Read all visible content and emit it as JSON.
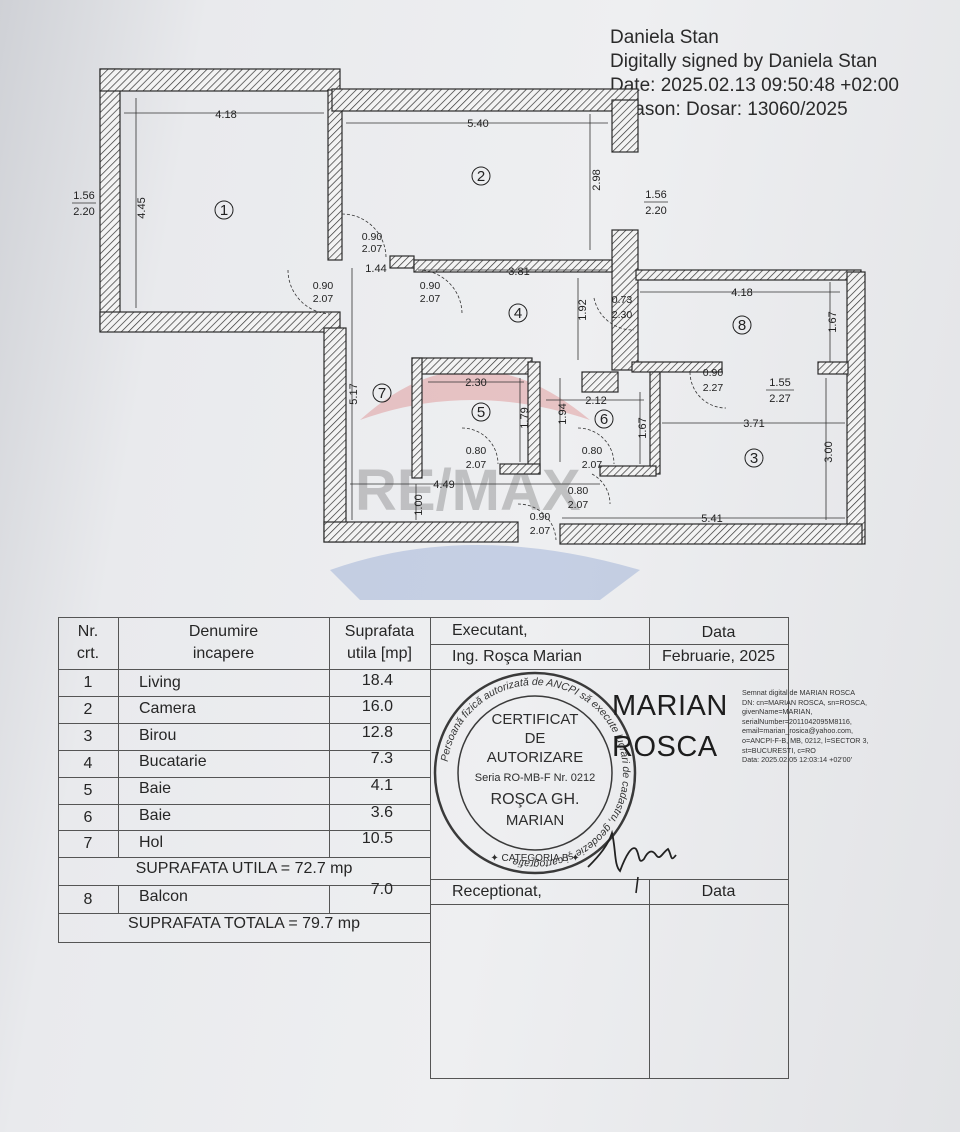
{
  "digital_signature": {
    "name": "Daniela Stan",
    "signed_by": "Digitally signed by Daniela Stan",
    "date": "Date: 2025.02.13 09:50:48 +02:00",
    "reason": "Reason: Dosar: 13060/2025"
  },
  "floor_plan": {
    "rooms": [
      "1",
      "2",
      "3",
      "4",
      "5",
      "6",
      "7",
      "8"
    ],
    "dimensions": {
      "r1_width": "4.18",
      "r1_height": "4.45",
      "r2_width": "5.40",
      "r2_height": "2.98",
      "win_left_top": "1.56",
      "win_left_bottom": "2.20",
      "win_right_top": "1.56",
      "win_right_bottom": "2.20",
      "hall_top": "1.44",
      "r4_width": "3.81",
      "r4_height": "1.92",
      "r8_width": "4.18",
      "r8_height": "1.67",
      "r5_width": "2.30",
      "r5_height": "1.79",
      "r6_width": "2.12",
      "r6_height": "1.67",
      "r6_height_b": "1.94",
      "r3_width": "3.71",
      "r3_height": "3.00",
      "hall_height": "5.17",
      "bottom_left": "4.49",
      "bottom_right": "5.41",
      "hall_small": "1.00",
      "balcony_door_top": "1.55",
      "balcony_door_bottom": "2.27"
    },
    "doors": {
      "d_r2_top": "0.90",
      "d_r2_bottom": "2.07",
      "d_r1_top": "0.90",
      "d_r1_bottom": "2.07",
      "d_r4_top": "0.90",
      "d_r4_bottom": "2.07",
      "d_r8_top": "0.73",
      "d_r8_bottom": "2.30",
      "d_r3_top": "0.90",
      "d_r3_bottom": "2.27",
      "d_r5_top": "0.80",
      "d_r5_bottom": "2.07",
      "d_r6_top": "0.80",
      "d_r6_bottom": "2.07",
      "d_in_top": "0.80",
      "d_in_bottom": "2.07",
      "d_entry_top": "0.90",
      "d_entry_bottom": "2.07"
    }
  },
  "table": {
    "headers": {
      "nr": "Nr.",
      "crt": "crt.",
      "denumire": "Denumire",
      "incapere": "incapere",
      "suprafata": "Suprafata",
      "utila": "utila [mp]",
      "executant": "Executant,",
      "data": "Data"
    },
    "executant_name": "Ing. Roşca Marian",
    "executant_date": "Februarie, 2025",
    "rows": [
      {
        "nr": "1",
        "name": "Living",
        "area": "18.4"
      },
      {
        "nr": "2",
        "name": "Camera",
        "area": "16.0"
      },
      {
        "nr": "3",
        "name": "Birou",
        "area": "12.8"
      },
      {
        "nr": "4",
        "name": "Bucatarie",
        "area": "7.3"
      },
      {
        "nr": "5",
        "name": "Baie",
        "area": "4.1"
      },
      {
        "nr": "6",
        "name": "Baie",
        "area": "3.6"
      },
      {
        "nr": "7",
        "name": "Hol",
        "area": "10.5"
      }
    ],
    "total_util": "SUPRAFATA UTILA = 72.7 mp",
    "balcony": {
      "nr": "8",
      "name": "Balcon",
      "area": "7.0"
    },
    "total": "SUPRAFATA TOTALA = 79.7 mp",
    "receptionat": "Receptionat,",
    "data_bottom": "Data"
  },
  "stamp": {
    "line1": "CERTIFICAT",
    "line2": "DE",
    "line3": "AUTORIZARE",
    "line4": "Seria RO-MB-F Nr. 0212",
    "line5": "ROŞCA GH.",
    "line6": "MARIAN",
    "ring_text": "Persoană fizică autorizată de ANCPI să execute lucrări de cadastru, geodezie şi cartografie",
    "category": "✦ CATEGORIA B ✦"
  },
  "signature": {
    "first": "MARIAN",
    "last": "ROSCA",
    "meta": [
      "Semnat digital de MARIAN ROSCA",
      "DN: cn=MARIAN ROSCA, sn=ROSCA,",
      "givenName=MARIAN,",
      "serialNumber=2011042095M8116,",
      "email=marian_rosica@yahoo.com,",
      "o=ANCPI-F-B, MB, 0212, l=SECTOR 3,",
      "st=BUCURESTI, c=RO",
      "Data: 2025.02.05 12:03:14 +02'00'"
    ]
  }
}
